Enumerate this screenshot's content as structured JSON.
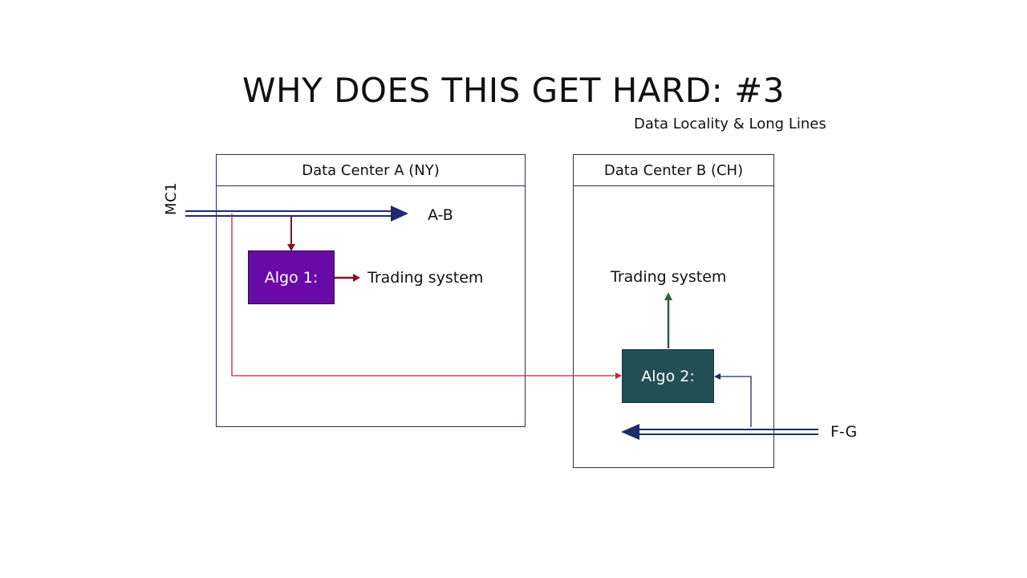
{
  "title": "WHY DOES THIS GET HARD: #3",
  "subtitle": "Data Locality & Long Lines",
  "data_center_a": {
    "header": "Data Center A (NY)"
  },
  "data_center_b": {
    "header": "Data Center B (CH)"
  },
  "feeds": {
    "mc1": "MC1",
    "ab": "A-B",
    "fg": "F-G"
  },
  "algo1": {
    "label": "Algo 1:",
    "output": "Trading system"
  },
  "algo2": {
    "label": "Algo 2:",
    "output": "Trading system"
  },
  "colors": {
    "box_border": "#2a2f5a",
    "feed_arrow": "#1f2a6b",
    "red_path": "#c8213a",
    "dark_red": "#8a1020",
    "algo1": "#6a0aa6",
    "algo2": "#234e56",
    "green_arrow": "#2f5e3e",
    "thin_blue": "#1f2a6b"
  }
}
